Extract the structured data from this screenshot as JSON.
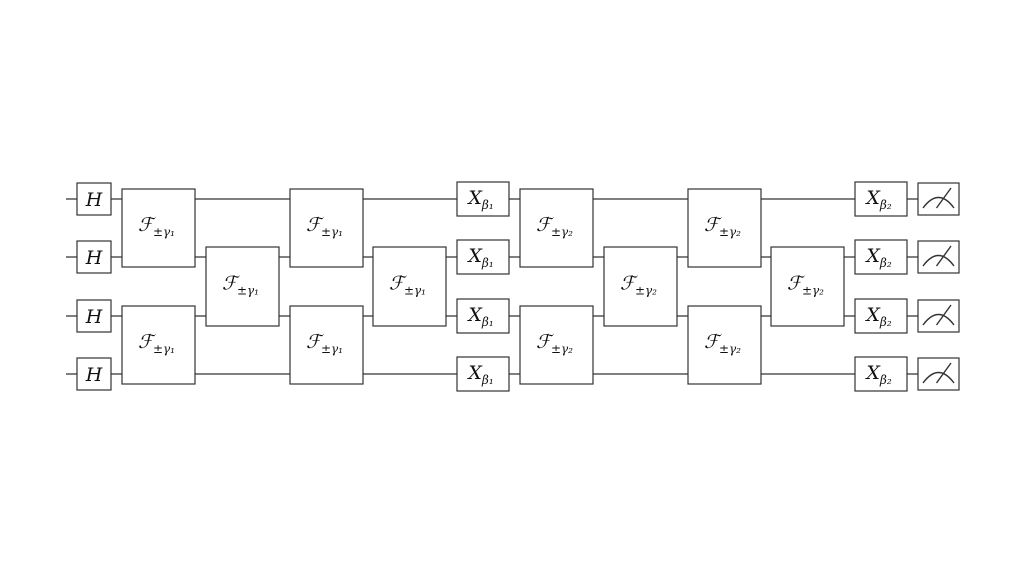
{
  "circuit": {
    "qubits": 4,
    "hadamard_label": "H",
    "columns": [
      {
        "type": "hadamard",
        "label": "H"
      },
      {
        "type": "fsim",
        "layer": "odd",
        "main": "ℱ",
        "sub": "±γ₁"
      },
      {
        "type": "fsim",
        "layer": "even",
        "main": "ℱ",
        "sub": "±γ₁"
      },
      {
        "type": "fsim",
        "layer": "odd",
        "main": "ℱ",
        "sub": "±γ₁"
      },
      {
        "type": "fsim",
        "layer": "even",
        "main": "ℱ",
        "sub": "±γ₁"
      },
      {
        "type": "mixer",
        "main": "X",
        "sub": "β₁"
      },
      {
        "type": "fsim",
        "layer": "odd",
        "main": "ℱ",
        "sub": "±γ₂"
      },
      {
        "type": "fsim",
        "layer": "even",
        "main": "ℱ",
        "sub": "±γ₂"
      },
      {
        "type": "fsim",
        "layer": "odd",
        "main": "ℱ",
        "sub": "±γ₂"
      },
      {
        "type": "fsim",
        "layer": "even",
        "main": "ℱ",
        "sub": "±γ₂"
      },
      {
        "type": "mixer",
        "main": "X",
        "sub": "β₂"
      },
      {
        "type": "measure",
        "icon": "measurement-meter-icon"
      }
    ]
  }
}
